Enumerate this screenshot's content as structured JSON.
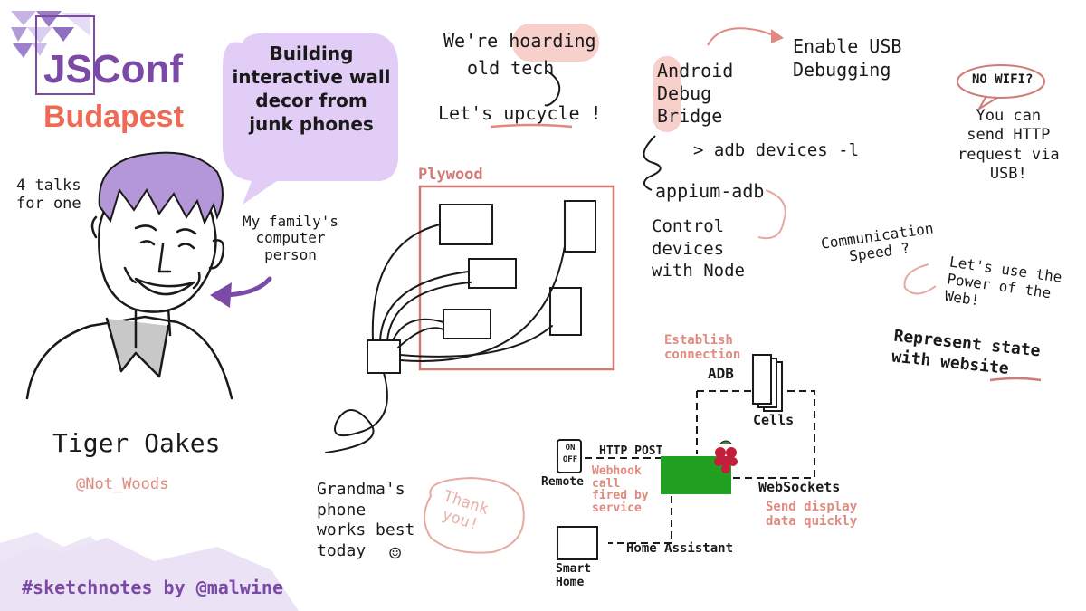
{
  "header": {
    "brand_title": "JSConf",
    "brand_city": "Budapest"
  },
  "speaker": {
    "talk_title": "Building\ninteractive wall\ndecor from\njunk phones",
    "talks_note": "4 talks\nfor one",
    "family_note": "My family's\ncomputer\nperson",
    "name": "Tiger Oakes",
    "handle": "@Not_Woods"
  },
  "hoarding": {
    "line1_pre": "We're ",
    "line1_highlight": "hoarding",
    "line2": "old tech",
    "upcycle_pre": "Let's ",
    "upcycle_word": "upcycle",
    "upcycle_post": " !"
  },
  "plywood": {
    "label": "Plywood"
  },
  "grandma": {
    "text": "Grandma's\nphone\nworks best\ntoday",
    "smile": "☺",
    "thanks": "Thank\nyou!"
  },
  "adb": {
    "title": "Android\nDebug\nBridge",
    "enable_usb": "Enable USB\nDebugging",
    "command": "> adb devices -l",
    "appium": "appium-adb",
    "control": "Control\ndevices\nwith Node"
  },
  "wifi": {
    "bubble": "NO WIFI?",
    "answer": "You can\nsend HTTP\nrequest via\nUSB!"
  },
  "speed": {
    "question": "Communication\nSpeed ?",
    "power_web": "Let's use the\nPower of the\nWeb!",
    "represent_pre": "Represent ",
    "represent_word": "state",
    "represent_post": "\nwith website"
  },
  "diagram": {
    "establish": "Establish\nconnection",
    "adb_label": "ADB",
    "cells": "Cells",
    "switch_on": "ON",
    "switch_off": "OFF",
    "remote": "Remote",
    "http_post": "HTTP POST",
    "webhook": "Webhook\ncall\nfired by\nservice",
    "websockets": "WebSockets",
    "send_display": "Send display\ndata quickly",
    "home_assistant": "Home Assistant",
    "smart_home": "Smart\nHome"
  },
  "footer": {
    "credit": "#sketchnotes by @malwine"
  },
  "colors": {
    "accent_purple": "#7b4aa6",
    "hair_purple": "#b497d8",
    "bubble_purple": "#e2cdf7",
    "brand_salmon": "#ef6a55",
    "plywood_red": "#d07b76",
    "highlight_pink": "#f7cfcb",
    "board_green": "#22a022",
    "raspberry": "#c41e3a"
  }
}
